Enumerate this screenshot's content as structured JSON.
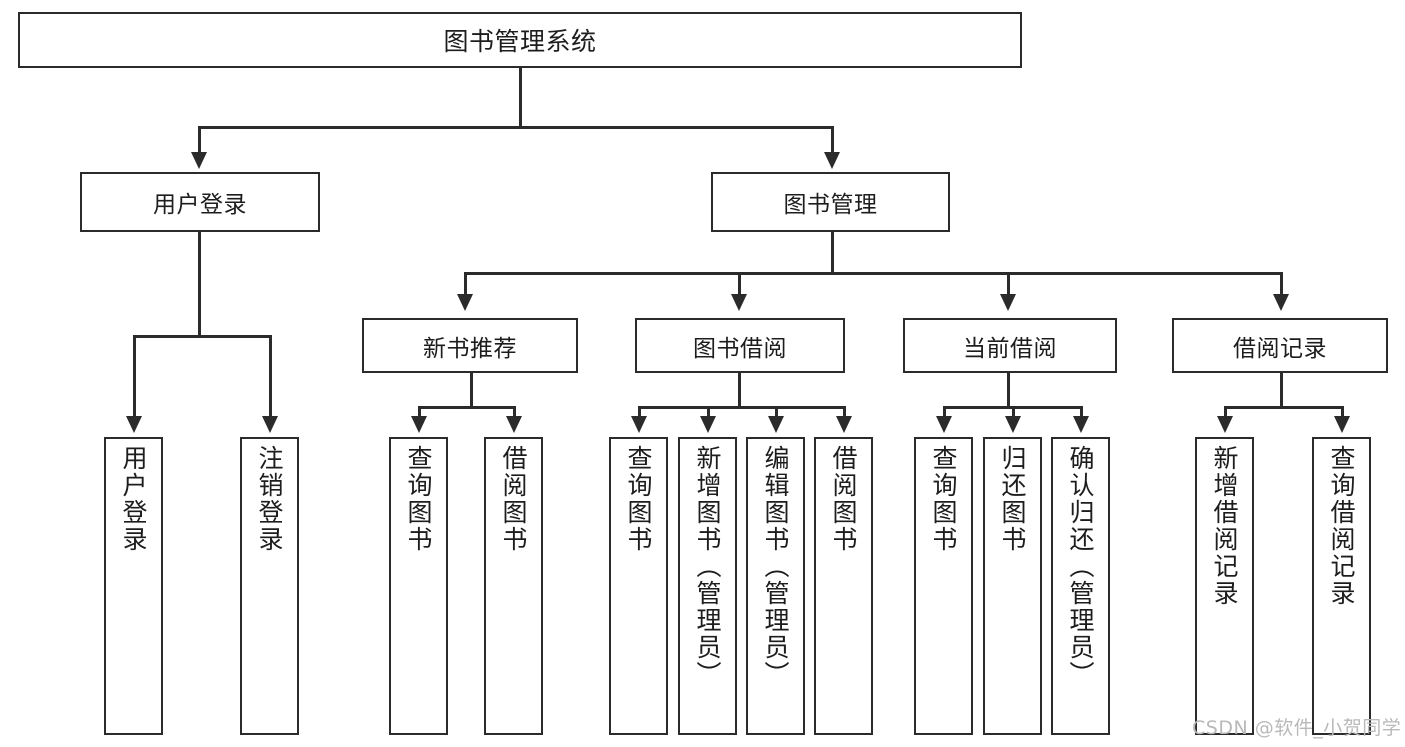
{
  "diagram": {
    "type": "tree-hierarchy",
    "root": {
      "label": "图书管理系统"
    },
    "level1": [
      {
        "label": "用户登录"
      },
      {
        "label": "图书管理"
      }
    ],
    "level2": [
      {
        "label": "新书推荐"
      },
      {
        "label": "图书借阅"
      },
      {
        "label": "当前借阅"
      },
      {
        "label": "借阅记录"
      }
    ],
    "leaves": {
      "user_login": [
        {
          "label": "用户登录"
        },
        {
          "label": "注销登录"
        }
      ],
      "new_book_recommend": [
        {
          "label": "查询图书"
        },
        {
          "label": "借阅图书"
        }
      ],
      "book_borrow": [
        {
          "label": "查询图书"
        },
        {
          "label": "新增图书（管理员）"
        },
        {
          "label": "编辑图书（管理员）"
        },
        {
          "label": "借阅图书"
        }
      ],
      "current_borrow": [
        {
          "label": "查询图书"
        },
        {
          "label": "归还图书"
        },
        {
          "label": "确认归还（管理员）"
        }
      ],
      "borrow_record": [
        {
          "label": "新增借阅记录"
        },
        {
          "label": "查询借阅记录"
        }
      ]
    }
  },
  "watermark": {
    "text": "CSDN @软件_小贺同学"
  },
  "colors": {
    "stroke": "#2b2b2b",
    "text": "#1d1d1d",
    "background": "#ffffff",
    "watermark": "#b9b9b9"
  }
}
